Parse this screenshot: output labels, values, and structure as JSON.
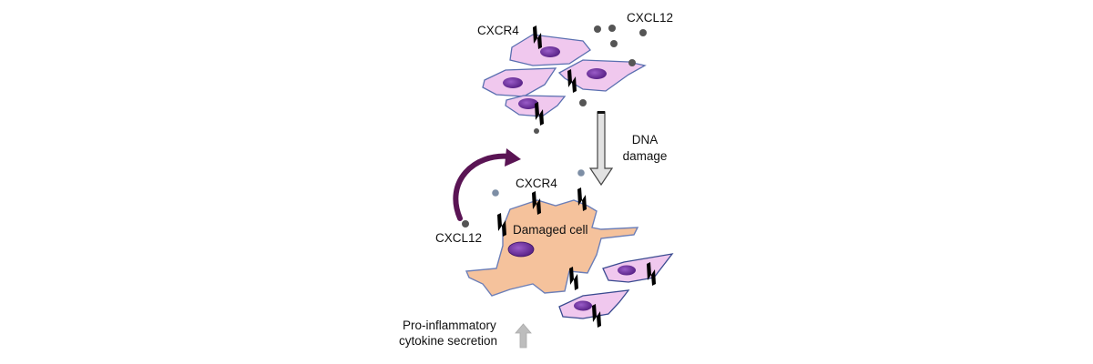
{
  "labels": {
    "cxcr4_top": "CXCR4",
    "cxcl12_top": "CXCL12",
    "dna_damage_line1": "DNA",
    "dna_damage_line2": "damage",
    "cxcr4_bottom": "CXCR4",
    "cxcl12_bottom": "CXCL12",
    "damaged_cell": "Damaged cell",
    "secretion_line1": "Pro-inflammatory",
    "secretion_line2": "cytokine secretion"
  },
  "colors": {
    "healthy_cell": "#f0c8ee",
    "healthy_cell_edge": "#5a6fb0",
    "damaged_cell": "#f5c29c",
    "nucleus": "#6a2d9a",
    "ligand_dark": "#555555",
    "ligand_blue": "#7d8ea5",
    "feedback_arrow": "#5a1454",
    "damage_arrow": "#e0e0e0"
  }
}
